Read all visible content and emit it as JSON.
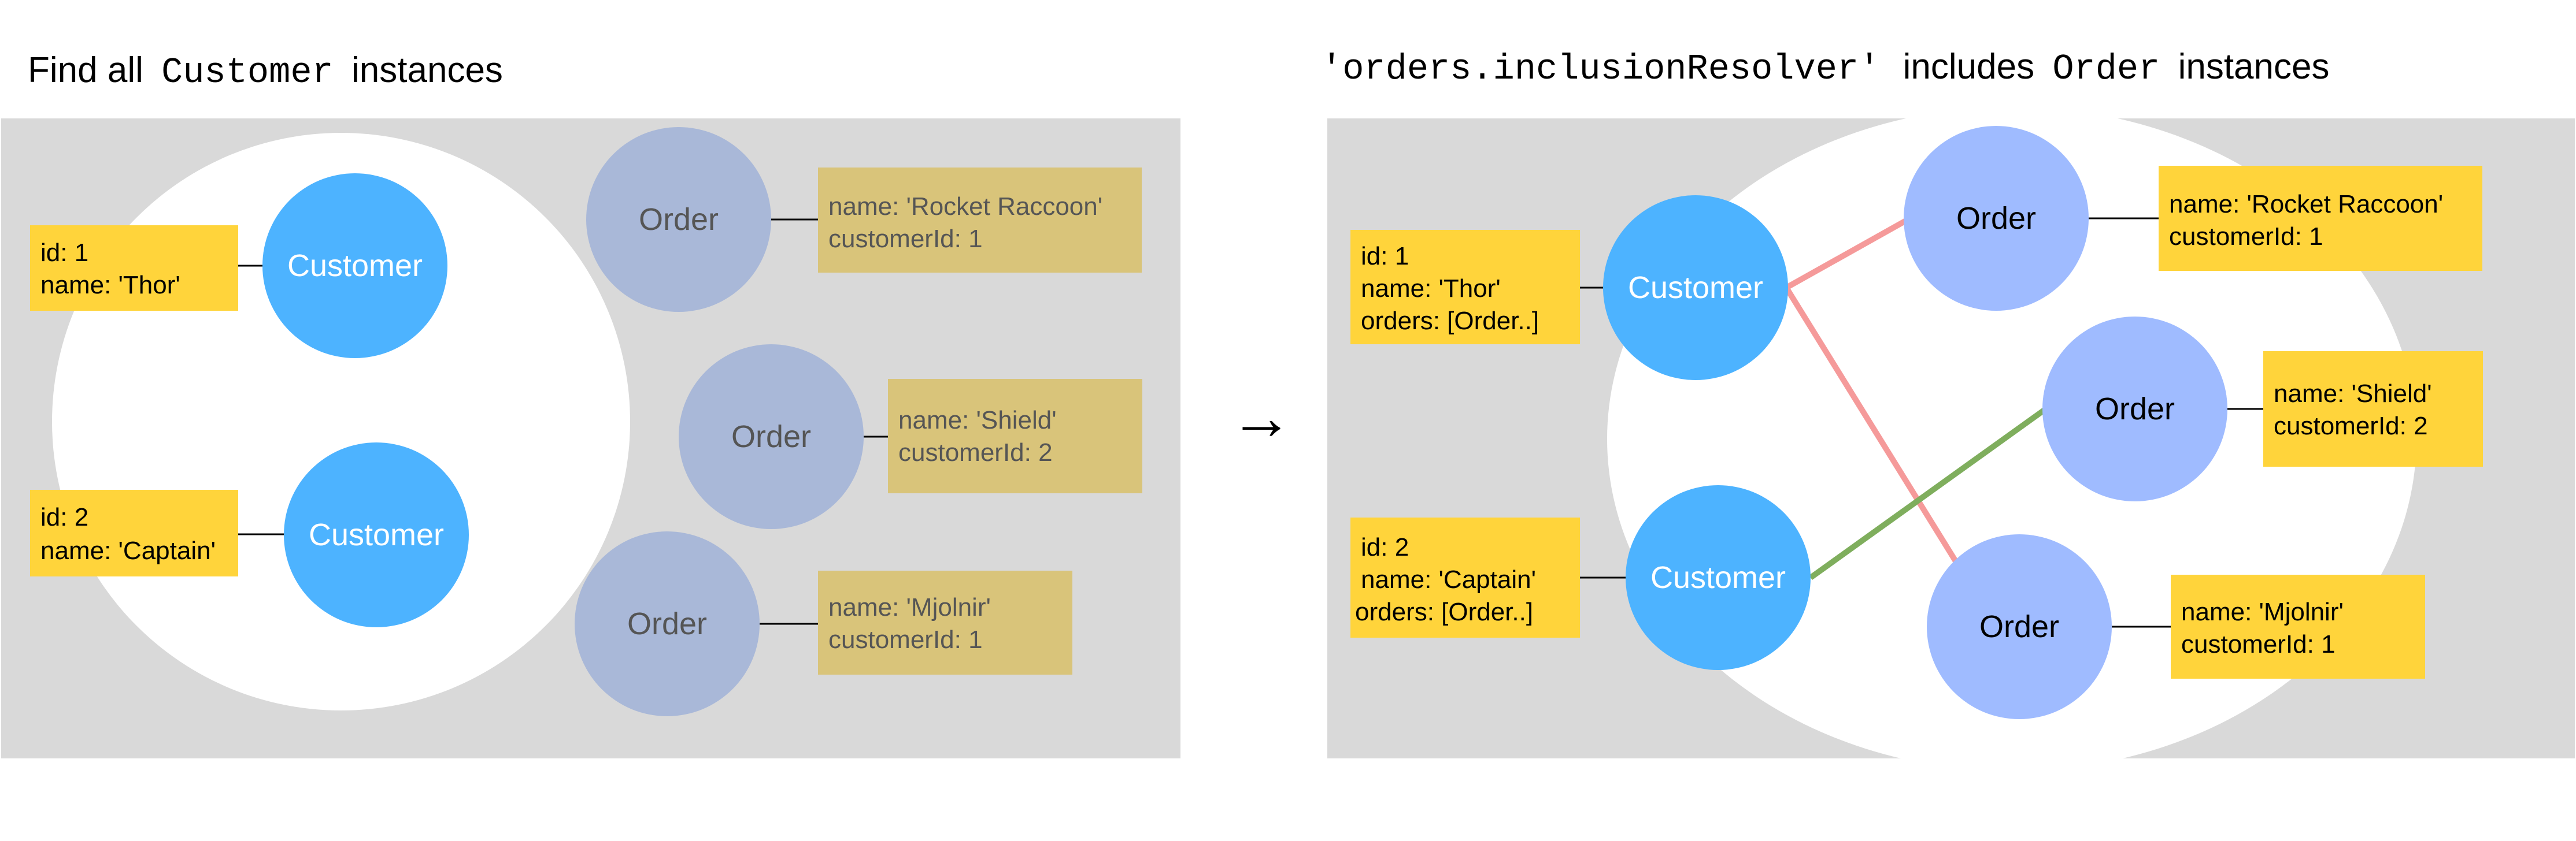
{
  "left_panel": {
    "title_prefix": "Find all",
    "title_code": "Customer",
    "title_suffix": "instances",
    "customers": [
      {
        "label": "Customer",
        "id_line": "id: 1",
        "name_line": "name: 'Thor'"
      },
      {
        "label": "Customer",
        "id_line": "id: 2",
        "name_line": "name: 'Captain'"
      }
    ],
    "orders": [
      {
        "label": "Order",
        "name_line": "name:  'Rocket Raccoon'",
        "customer_line": "customerId: 1"
      },
      {
        "label": "Order",
        "name_line": "name:  'Shield'",
        "customer_line": "customerId: 2"
      },
      {
        "label": "Order",
        "name_line": "name:  'Mjolnir'",
        "customer_line": "customerId: 1"
      }
    ]
  },
  "right_panel": {
    "title_code": "'orders.inclusionResolver'",
    "title_middle": "includes",
    "title_code2": "Order",
    "title_suffix": "instances",
    "customers": [
      {
        "label": "Customer",
        "id_line": "id: 1",
        "name_line": "name: 'Thor'",
        "orders_line": "orders: [Order..]"
      },
      {
        "label": "Customer",
        "id_line": "id: 2",
        "name_line": " name: 'Captain'",
        "orders_line": "orders: [Order..]"
      }
    ],
    "orders": [
      {
        "label": "Order",
        "name_line": "name:  'Rocket Raccoon'",
        "customer_line": "customerId: 1"
      },
      {
        "label": "Order",
        "name_line": "name:  'Shield'",
        "customer_line": "customerId: 2"
      },
      {
        "label": "Order",
        "name_line": "name:  'Mjolnir'",
        "customer_line": "customerId: 1"
      }
    ]
  },
  "arrow_glyph": "→",
  "colors": {
    "panel_bg": "#d9d9d9",
    "customer_fill": "#4db3ff",
    "order_fill_dim": "#a9b8d8",
    "order_fill": "#9fbbff",
    "note_fill": "#ffd43b",
    "note_fill_dim": "#d9c47a",
    "link_customer1": "#f59a9a",
    "link_customer2": "#7fae5d"
  }
}
